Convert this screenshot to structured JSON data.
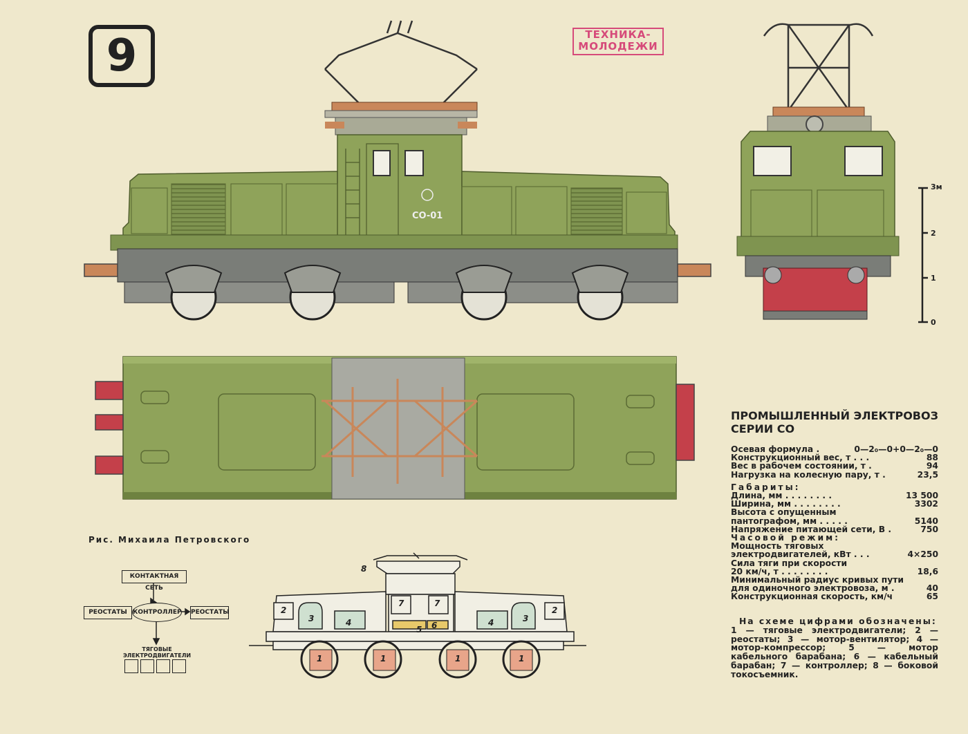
{
  "page": {
    "number": "9",
    "logo": [
      "ТЕХНИКА-",
      "МОЛОДЕЖИ"
    ],
    "credit": "Рис. Михаила Петровского",
    "loco_number": "CO-01",
    "title": [
      "ПРОМЫШЛЕННЫЙ ЭЛЕКТРОВОЗ",
      "СЕРИИ СО"
    ]
  },
  "specs": {
    "axle_formula": {
      "label": "Осевая формула . ",
      "value": "0—2₀—0+0—2₀—0"
    },
    "design_weight": {
      "label": "Конструкционный вес, т . . .",
      "value": "88"
    },
    "working_weight": {
      "label": "Вес в рабочем состоянии, т .",
      "value": "94"
    },
    "axle_load": {
      "label": "Нагрузка на колесную пару, т .",
      "value": "23,5"
    },
    "dimensions_header": "Габариты:",
    "length": {
      "label": "Длина, мм . . . . . . . .",
      "value": "13 500"
    },
    "width": {
      "label": "Ширина, мм . . . . . . . .",
      "value": "3302"
    },
    "height_line1": "Высота с опущенным",
    "height": {
      "label": "пантографом, мм . . . . .",
      "value": "5140"
    },
    "voltage": {
      "label": "Напряжение питающей сети, В .",
      "value": "750"
    },
    "hourly_header": "Часовой режим:",
    "power_line1": "Мощность тяговых",
    "power": {
      "label": "электродвигателей, кВт . . .",
      "value": "4×250"
    },
    "traction_line1": "Сила тяги при скорости",
    "traction": {
      "label": "20 км/ч, т . . . . . . . .",
      "value": "18,6"
    },
    "radius_line1": "Минимальный радиус кривых пути",
    "radius": {
      "label": "для одиночного электровоза, м .",
      "value": "40"
    },
    "speed": {
      "label": "Конструкционная скорость, км/ч",
      "value": "65"
    }
  },
  "legend": {
    "lead": "На схеме цифрами обозначены:",
    "text": "1 — тяговые электродвигатели; 2 — реостаты; 3 — мотор-вентилятор; 4 — мотор-компрессор; 5 — мотор кабельного барабана; 6 — кабельный барабан; 7 — контроллер; 8 — боковой токосъемник."
  },
  "block_diagram": {
    "contact_net": "КОНТАКТНАЯ СЕТЬ",
    "rheostats_left": "РЕОСТАТЫ",
    "controller": "КОНТРОЛЛЕР",
    "rheostats_right": "РЕОСТАТЫ",
    "motors": "ТЯГОВЫЕ ЭЛЕКТРОДВИГАТЕЛИ"
  },
  "scale": {
    "unit_label": "3м",
    "ticks": [
      "2",
      "1",
      "0"
    ]
  },
  "schematic_labels": [
    "1",
    "1",
    "1",
    "1",
    "2",
    "2",
    "3",
    "3",
    "4",
    "4",
    "5",
    "6",
    "7",
    "7",
    "8"
  ],
  "colors": {
    "body": "#8fa35a",
    "body_dark": "#6e8240",
    "frame": "#7a7d78",
    "copper": "#c9875a",
    "red": "#c4404a",
    "paper": "#efe8cc",
    "logo": "#d64a7a"
  }
}
